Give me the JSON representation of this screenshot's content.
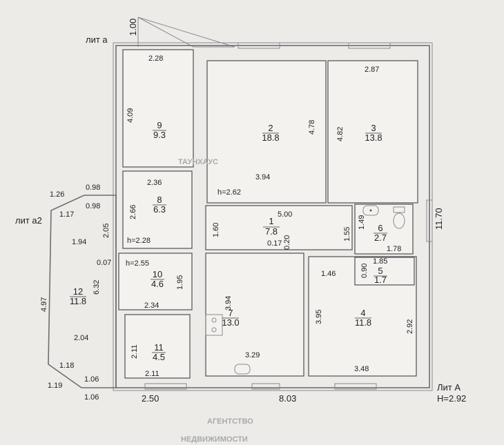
{
  "labels": {
    "lit_a": "лит а",
    "lit_a2": "лит а2",
    "lit_A": "Лит А",
    "height_A": "H=2.92"
  },
  "watermark": {
    "line1": "ТАУНХАУС",
    "line2": "АГЕНТСТВО",
    "line3": "НЕДВИЖИМОСТИ"
  },
  "rooms": [
    {
      "num": "1",
      "area": "7.8"
    },
    {
      "num": "2",
      "area": "18.8"
    },
    {
      "num": "3",
      "area": "13.8"
    },
    {
      "num": "4",
      "area": "11.8"
    },
    {
      "num": "5",
      "area": "1.7"
    },
    {
      "num": "6",
      "area": "2.7"
    },
    {
      "num": "7",
      "area": "13.0"
    },
    {
      "num": "8",
      "area": "6.3"
    },
    {
      "num": "9",
      "area": "9.3"
    },
    {
      "num": "10",
      "area": "4.6"
    },
    {
      "num": "11",
      "area": "4.5"
    },
    {
      "num": "12",
      "area": "11.8"
    }
  ],
  "heights": {
    "room2": "h=2.62",
    "room8": "h=2.28",
    "room10": "h=2.55"
  },
  "dims": {
    "stair": "1.00",
    "r9_w": "2.28",
    "r9_h": "4.09",
    "r2_w": "3.94",
    "r2_h": "4.78",
    "r3_w": "2.87",
    "r3_h": "4.82",
    "r8_w": "2.36",
    "r8_h": "2.66",
    "r1_w": "5.00",
    "r1_h": "1.60",
    "r1_a": "0.17",
    "r1_b": "0.20",
    "r1_c": "1.55",
    "r6_h": "1.49",
    "r6_w": "1.78",
    "r5_w": "1.85",
    "r5_h": "0.90",
    "r4_a": "1.46",
    "r4_h": "3.95",
    "r4_h2": "2.92",
    "r4_w": "3.48",
    "r7_h": "3.94",
    "r7_w": "3.29",
    "r10_h": "1.95",
    "r10_w": "2.34",
    "r11_h": "2.11",
    "r11_w": "2.11",
    "a2_1": "1.26",
    "a2_2": "0.98",
    "a2_3": "0.98",
    "a2_4": "1.17",
    "a2_5": "2.05",
    "a2_6": "1.94",
    "a2_7": "0.07",
    "a2_8": "4.97",
    "a2_9": "6.32",
    "a2_10": "2.04",
    "a2_11": "1.18",
    "a2_12": "1.19",
    "a2_13": "1.06",
    "a2_14": "1.06",
    "total_w1": "2.50",
    "total_w2": "8.03",
    "total_h": "11.70"
  }
}
